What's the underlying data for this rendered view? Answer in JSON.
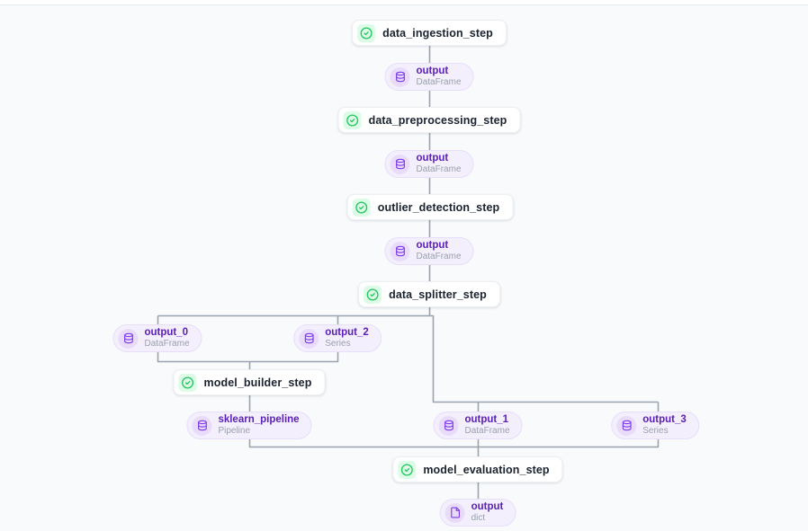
{
  "canvas": {
    "background": "#f8fafc"
  },
  "colors": {
    "edge": "#9aa3af",
    "step_text": "#1b2330",
    "status_success_bg": "#dcfce7",
    "status_success": "#22c55e",
    "artifact_accent": "#7c3aed",
    "artifact_title": "#5b21b6",
    "artifact_subtitle": "#99a0ac",
    "artifact_bg": "#f4effd"
  },
  "graph": {
    "steps": [
      {
        "label": "data_ingestion_step",
        "status": "completed"
      },
      {
        "label": "data_preprocessing_step",
        "status": "completed"
      },
      {
        "label": "outlier_detection_step",
        "status": "completed"
      },
      {
        "label": "data_splitter_step",
        "status": "completed"
      },
      {
        "label": "model_builder_step",
        "status": "completed"
      },
      {
        "label": "model_evaluation_step",
        "status": "completed"
      }
    ],
    "artifacts": [
      {
        "label": "output",
        "type": "DataFrame",
        "icon": "database-icon"
      },
      {
        "label": "output",
        "type": "DataFrame",
        "icon": "database-icon"
      },
      {
        "label": "output",
        "type": "DataFrame",
        "icon": "database-icon"
      },
      {
        "label": "output_0",
        "type": "DataFrame",
        "icon": "database-icon"
      },
      {
        "label": "output_2",
        "type": "Series",
        "icon": "database-icon"
      },
      {
        "label": "sklearn_pipeline",
        "type": "Pipeline",
        "icon": "database-icon"
      },
      {
        "label": "output_1",
        "type": "DataFrame",
        "icon": "database-icon"
      },
      {
        "label": "output_3",
        "type": "Series",
        "icon": "database-icon"
      },
      {
        "label": "output",
        "type": "dict",
        "icon": "file-icon"
      }
    ]
  }
}
